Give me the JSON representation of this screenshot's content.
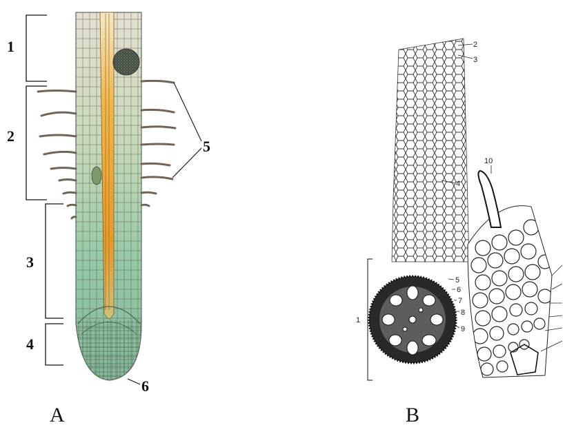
{
  "panel_a": {
    "label": "A",
    "zones": [
      "1",
      "2",
      "3",
      "4"
    ],
    "root_hair_label": "5",
    "tip_label": "6"
  },
  "panel_b": {
    "label": "B",
    "numbers": [
      "2",
      "3",
      "4",
      "5",
      "6",
      "7",
      "8",
      "9",
      "10"
    ],
    "bracket_label": "1"
  },
  "colors": {
    "root_green": "#8fc6a4",
    "root_tan": "#d9c7a0",
    "xylem_orange": "#e8a23a",
    "ink": "#222222"
  }
}
